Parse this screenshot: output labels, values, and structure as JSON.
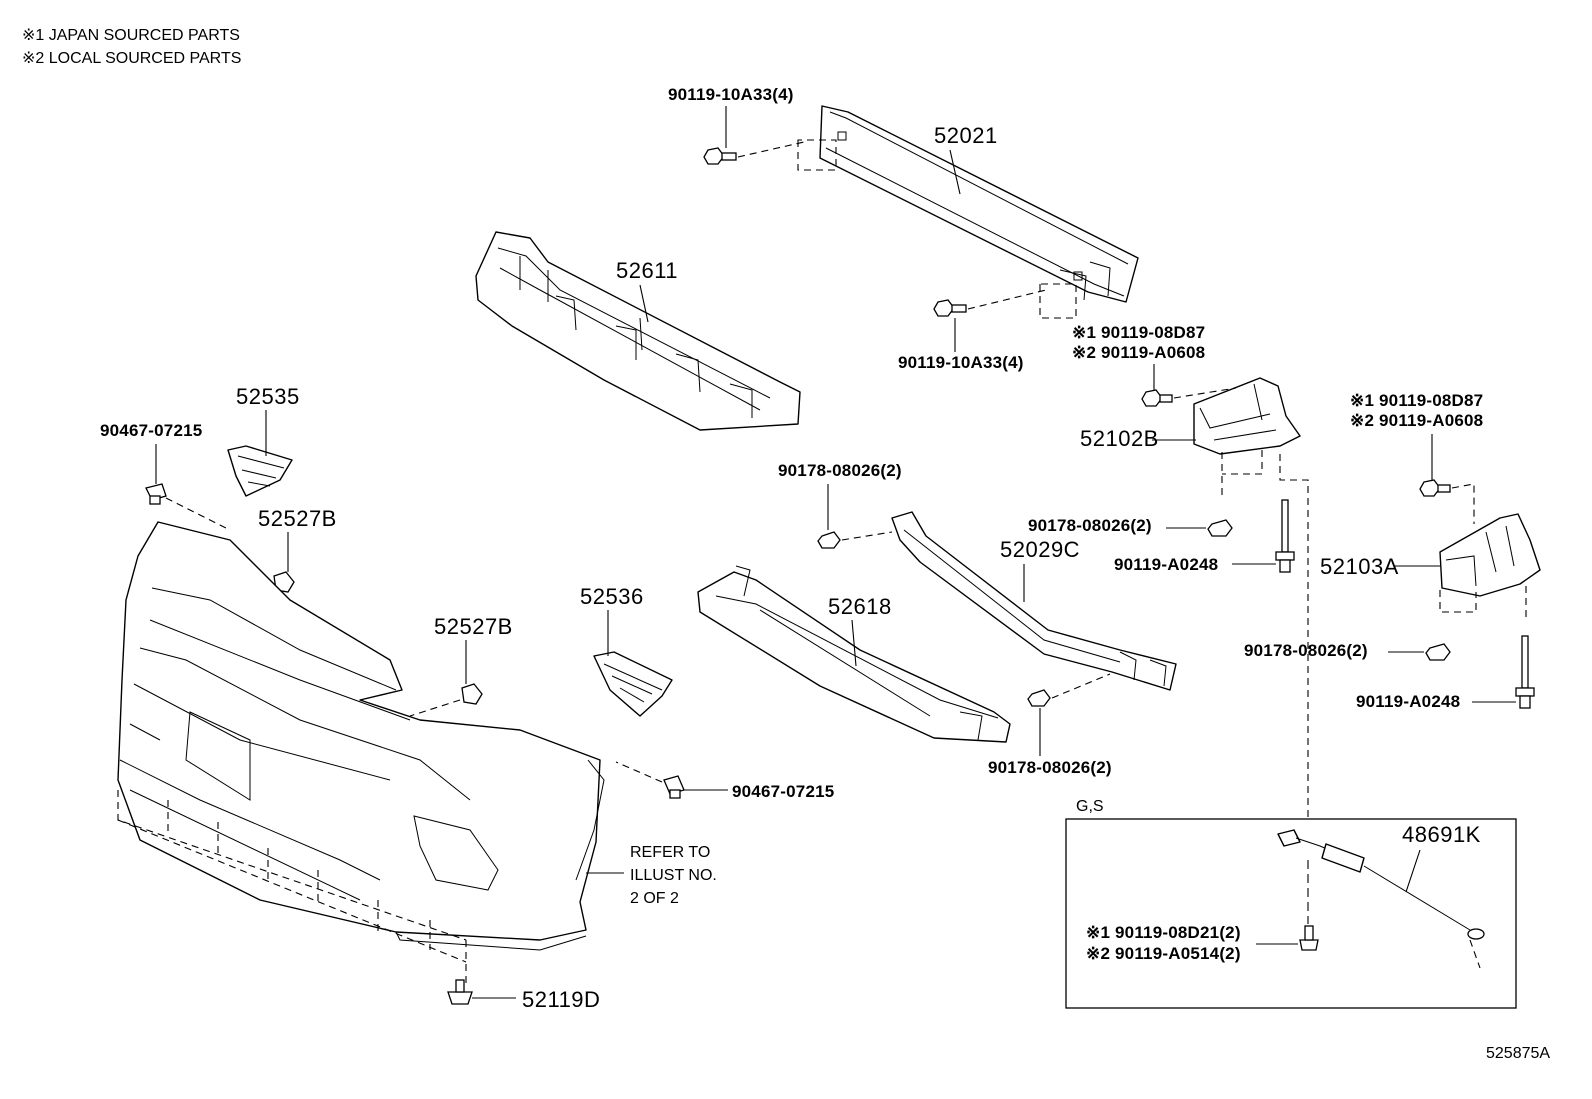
{
  "notes": {
    "note1": "※1 JAPAN SOURCED PARTS",
    "note2": "※2 LOCAL SOURCED PARTS"
  },
  "labels": {
    "p52021": "52021",
    "p52611": "52611",
    "p52535": "52535",
    "p52527b_top": "52527B",
    "p52527b_mid": "52527B",
    "p52536": "52536",
    "p52618": "52618",
    "p52029c": "52029C",
    "p52102b": "52102B",
    "p52103a": "52103A",
    "p52119d": "52119D",
    "p48691k": "48691K",
    "bolt_top_a": "90119-10A33(4)",
    "bolt_top_b": "90119-10A33(4)",
    "clip_left": "90467-07215",
    "clip_right": "90467-07215",
    "nut_mid": "90178-08026(2)",
    "nut_r1": "90178-08026(2)",
    "nut_low": "90178-08026(2)",
    "nut_r2": "90178-08026(2)",
    "stud_r1": "90119-A0248",
    "stud_r2": "90119-A0248",
    "bolt_r1_1": "※1 90119-08D87",
    "bolt_r1_2": "※2 90119-A0608",
    "bolt_r2_1": "※1 90119-08D87",
    "bolt_r2_2": "※2 90119-A0608",
    "bolt_box_1": "※1 90119-08D21(2)",
    "bolt_box_2": "※2 90119-A0514(2)",
    "refer_1": "REFER TO",
    "refer_2": "ILLUST NO.",
    "refer_3": "2 OF 2",
    "box_tag": "G,S",
    "code": "525875A"
  }
}
